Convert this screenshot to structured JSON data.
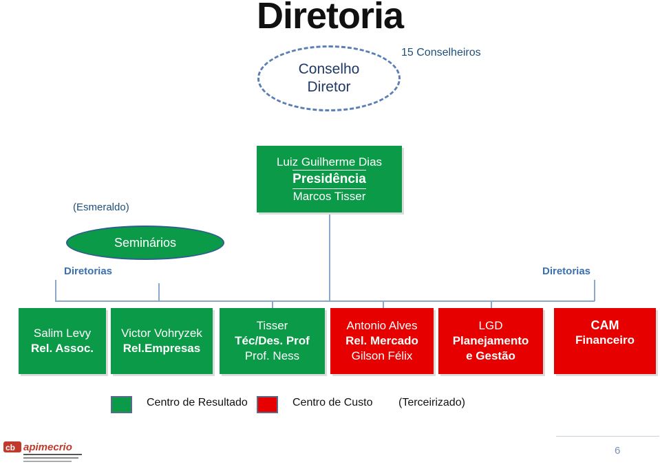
{
  "title": "Diretoria",
  "conselheiros": "15 Conselheiros",
  "conselho": {
    "line1": "Conselho",
    "line2": "Diretor"
  },
  "presidencia": {
    "top": "Luiz Guilherme Dias",
    "mid": "Presidência",
    "bottom": "Marcos Tisser"
  },
  "esmeraldo": "(Esmeraldo)",
  "seminarios": "Seminários",
  "diretorias_left": "Diretorias",
  "diretorias_right": "Diretorias",
  "departments": [
    {
      "line1": "Salim Levy",
      "line2": "Rel. Assoc.",
      "line3": "",
      "color": "#0b9a48"
    },
    {
      "line1": "Victor Vohryzek",
      "line2": "Rel.Empresas",
      "line3": "",
      "color": "#0b9a48"
    },
    {
      "line1": "Tisser",
      "line2": "Téc/Des. Prof",
      "line3": "Prof. Ness",
      "color": "#0b9a48"
    },
    {
      "line1": "Antonio Alves",
      "line2": "Rel. Mercado",
      "line3": "Gilson Félix",
      "color": "#e60000"
    },
    {
      "line1": "LGD",
      "line2": "Planejamento",
      "line3": "e Gestão",
      "color": "#e60000"
    },
    {
      "line1": "CAM",
      "line2": "Financeiro",
      "line3": "",
      "color": "#e60000"
    }
  ],
  "legend": {
    "green_label": "Centro de Resultado",
    "red_label": "Centro de Custo",
    "outsourced_label": "(Terceirizado)"
  },
  "logo_text": "apimecrio",
  "page_number": "6"
}
